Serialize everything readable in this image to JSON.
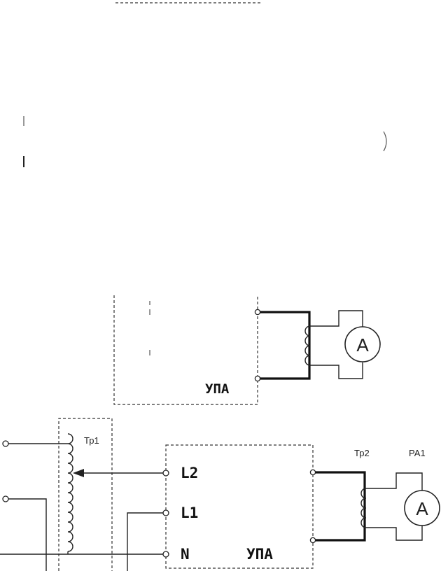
{
  "upper_circuit": {
    "upa_label": "УПА",
    "ammeter_symbol": "A"
  },
  "lower_circuit": {
    "transformer1_label": "Тр1",
    "transformer2_label": "Тр2",
    "ammeter_label": "РА1",
    "ammeter_symbol": "A",
    "upa_label": "УПА",
    "terminal_l2": "L2",
    "terminal_l1": "L1",
    "terminal_n": "N"
  }
}
